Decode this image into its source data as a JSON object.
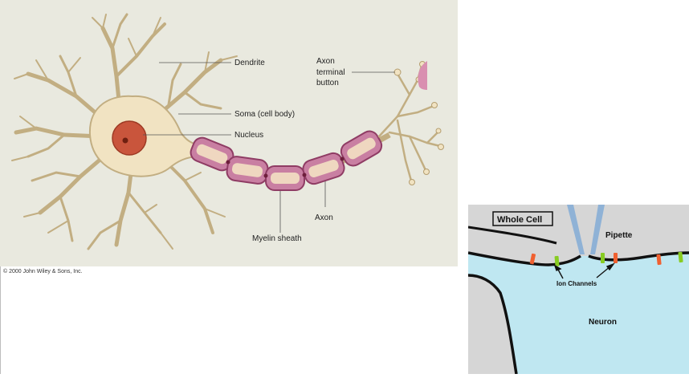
{
  "neuron_diagram": {
    "labels": {
      "dendrite": "Dendrite",
      "axon_terminal_line1": "Axon",
      "axon_terminal_line2": "terminal",
      "axon_terminal_line3": "button",
      "soma": "Soma (cell body)",
      "nucleus": "Nucleus",
      "axon": "Axon",
      "myelin_sheath": "Myelin sheath"
    },
    "copyright": "© 2000 John Wiley & Sons, Inc."
  },
  "whole_cell_diagram": {
    "title": "Whole Cell",
    "pipette_label": "Pipette",
    "ion_channels_label": "Ion Channels",
    "neuron_label": "Neuron"
  },
  "colors": {
    "neuron_panel_bg": "#e9e9df",
    "cell_body": "#f1e3c2",
    "cell_outline": "#c2ae82",
    "nucleus": "#c9553c",
    "myelin": "#c97fa2",
    "myelin_inner": "#efd7c0",
    "neuron_fluid": "#bfe7f1",
    "outside_gray": "#d6d6d6",
    "pipette": "#8fb2d6",
    "channel_green": "#88cc22",
    "channel_orange": "#f06030"
  }
}
